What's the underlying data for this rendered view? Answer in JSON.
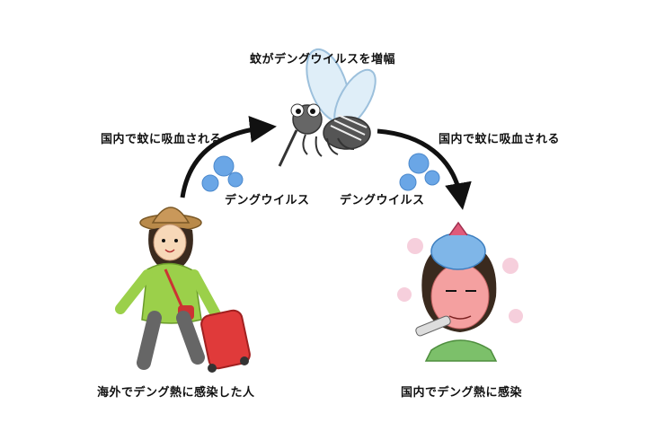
{
  "labels": {
    "mosquito_amplifies": "蚊がデングウイルスを増幅",
    "bitten_left": "国内で蚊に吸血される",
    "bitten_right": "国内で蚊に吸血される",
    "virus_left": "デングウイルス",
    "virus_right": "デングウイルス",
    "infected_abroad": "海外でデング熱に感染した人",
    "infected_domestic": "国内でデング熱に感染"
  },
  "colors": {
    "arrow": "#111111",
    "virus": "#6aa6e6",
    "traveler_top": "#9bd04a",
    "suitcase": "#e03a3a",
    "sick_shirt": "#7cc06a",
    "ice_bag": "#7fb6e8"
  }
}
